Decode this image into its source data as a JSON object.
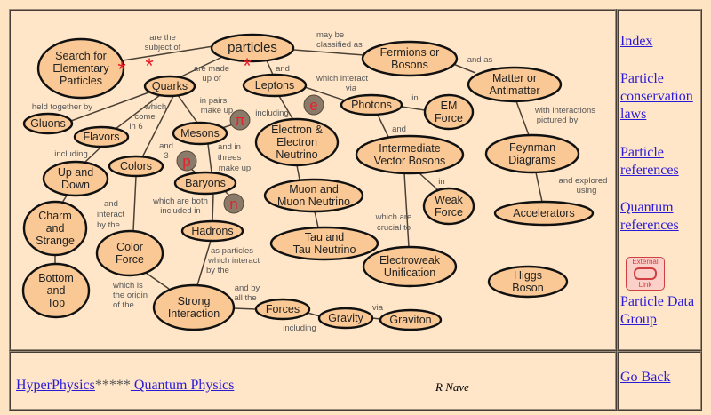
{
  "map": {
    "nodes": {
      "search": [
        "Search for",
        "Elementary",
        "Particles"
      ],
      "particles": [
        "particles"
      ],
      "fermions": [
        "Fermions or",
        "Bosons"
      ],
      "matter": [
        "Matter or",
        "Antimatter"
      ],
      "quarks": [
        "Quarks"
      ],
      "leptons": [
        "Leptons"
      ],
      "gluons": [
        "Gluons"
      ],
      "flavors": [
        "Flavors"
      ],
      "mesons": [
        "Mesons"
      ],
      "colors": [
        "Colors"
      ],
      "updown": [
        "Up and",
        "Down"
      ],
      "baryons": [
        "Baryons"
      ],
      "electron": [
        "Electron  &",
        "Electron",
        "Neutrino"
      ],
      "photons": [
        "Photons"
      ],
      "emforce": [
        "EM",
        "Force"
      ],
      "ivb": [
        "Intermediate",
        "Vector Bosons"
      ],
      "feynman": [
        "Feynman",
        "Diagrams"
      ],
      "muon": [
        "Muon and",
        "Muon Neutrino"
      ],
      "weak": [
        "Weak",
        "Force"
      ],
      "accel": [
        "Accelerators"
      ],
      "charm": [
        "Charm",
        "and",
        "Strange"
      ],
      "hadrons": [
        "Hadrons"
      ],
      "tau": [
        "Tau and",
        "Tau Neutrino"
      ],
      "colorforce": [
        "Color",
        "Force"
      ],
      "electroweak": [
        "Electroweak",
        "Unification"
      ],
      "higgs": [
        "Higgs",
        "Boson"
      ],
      "bottom": [
        "Bottom",
        "and",
        "Top"
      ],
      "strong": [
        "Strong",
        "Interaction"
      ],
      "forces": [
        "Forces"
      ],
      "gravity": [
        "Gravity"
      ],
      "graviton": [
        "Graviton"
      ]
    },
    "particle_symbols": {
      "pi": "π",
      "p": "p",
      "n": "n",
      "e": "e"
    },
    "star": "*",
    "edge_labels": {
      "subject": [
        "are the",
        "subject of"
      ],
      "classified": [
        "may be",
        "classified as"
      ],
      "andas": [
        "and as"
      ],
      "madeup": [
        "are made",
        "up of"
      ],
      "and1": [
        "and"
      ],
      "interactvia": [
        "which interact",
        "via"
      ],
      "heldtogether": [
        "held together by"
      ],
      "come6": [
        "which",
        "come",
        "in 6"
      ],
      "pairs": [
        "in pairs",
        "make up"
      ],
      "including1": [
        "including"
      ],
      "in1": [
        "in"
      ],
      "interactions": [
        "with interactions",
        "pictured by"
      ],
      "including2": [
        "including"
      ],
      "and3": [
        "and",
        "3"
      ],
      "threes": [
        "and in",
        "threes",
        "make up"
      ],
      "and2": [
        "and"
      ],
      "in2": [
        "in"
      ],
      "explored": [
        "and explored",
        "using"
      ],
      "interactby": [
        "and",
        "interact",
        "by the"
      ],
      "bothincluded": [
        "which are both",
        "included in"
      ],
      "crucial": [
        "which are",
        "crucial to"
      ],
      "asparticles": [
        "as particles",
        "which interact",
        "by the"
      ],
      "origin": [
        "which is",
        "the origin",
        "of the"
      ],
      "andby": [
        "and by",
        "all the"
      ],
      "via": [
        "via"
      ],
      "including3": [
        "including"
      ]
    }
  },
  "sidebar": {
    "links": [
      "Index",
      "Particle conservation laws",
      "Particle references",
      "Quantum references"
    ],
    "external_link_icon": [
      "External",
      "Link"
    ],
    "pdg_link": "Particle Data Group",
    "go_back": "Go Back"
  },
  "footer": {
    "hyperphysics": "HyperPhysics",
    "stars": "*****",
    "quantum": " Quantum Physics",
    "author": "R Nave"
  }
}
